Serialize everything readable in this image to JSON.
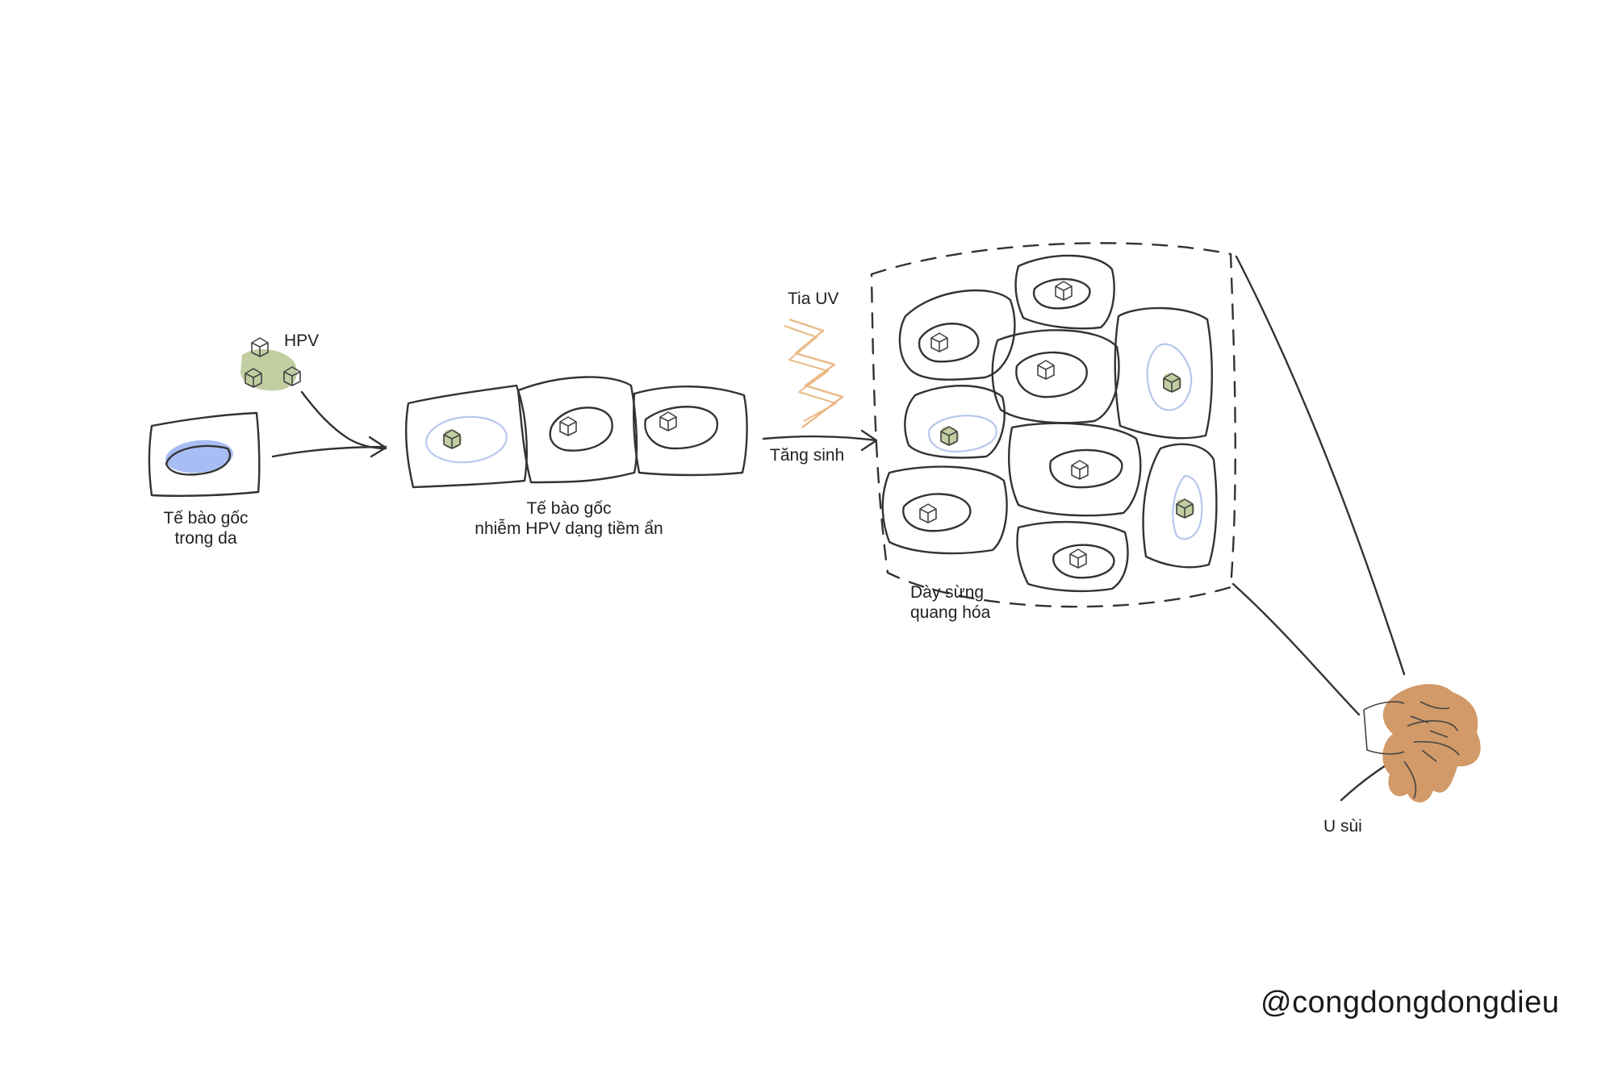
{
  "labels": {
    "hpv": "HPV",
    "stem_cell_line1": "Tế bào gốc",
    "stem_cell_line2": "trong da",
    "latent_line1": "Tế bào gốc",
    "latent_line2": "nhiễm HPV dạng tiềm ẩn",
    "uv": "Tia UV",
    "proliferation": "Tăng sinh",
    "keratosis_line1": "Dày sừng",
    "keratosis_line2": "quang hóa",
    "wart": "U sùi"
  },
  "watermark": "@congdongdongdieu",
  "icons": [
    "virus-cube-icon",
    "lightning-icon",
    "arrow-icon"
  ],
  "colors": {
    "ink": "#333333",
    "nucleus_blue": "#a9bdf5",
    "nucleus_ring": "#b7c8ec",
    "virus_green": "#c2cda2",
    "uv_orange": "#e9b987",
    "wart_brown": "#d19a68"
  }
}
